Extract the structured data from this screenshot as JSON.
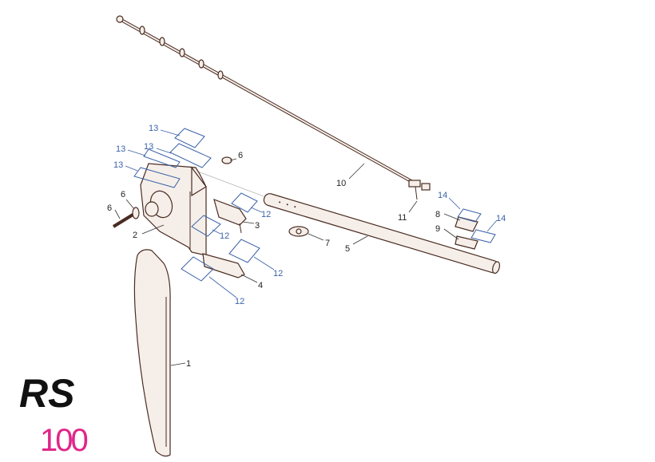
{
  "logo": {
    "brand": "RS",
    "model": "100"
  },
  "colors": {
    "part_outline": "#4a2c22",
    "callout_blue": "#3b62a8",
    "callout_black": "#222222",
    "logo_pink": "#e0268a"
  },
  "callouts": {
    "rudder_blade": "1",
    "rudder_stock": "2",
    "upper_pintle": "3",
    "lower_pintle": "4",
    "tiller": "5",
    "fastener_6a": "6",
    "fastener_6b": "6",
    "fastener_6c": "6",
    "fairlead": "7",
    "part_8": "8",
    "part_9": "9",
    "tiller_extension": "10",
    "ext_fitting": "11",
    "bolts_12a": "12",
    "bolts_12b": "12",
    "bolts_12c": "12",
    "bolts_12d": "12",
    "rivets_13a": "13",
    "rivets_13b": "13",
    "rivets_13c": "13",
    "rivets_13d": "13",
    "screws_14a": "14",
    "screws_14b": "14"
  }
}
